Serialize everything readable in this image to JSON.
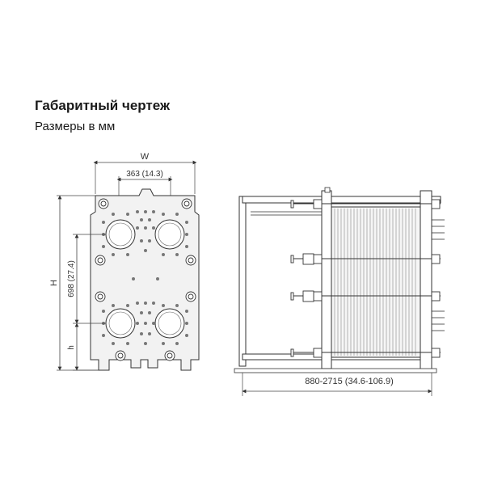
{
  "header": {
    "title": "Габаритный чертеж",
    "subtitle": "Размеры в мм"
  },
  "dimensions": {
    "width_label": "W",
    "port_spacing": "363 (14.3)",
    "height_label": "H",
    "vertical_port_spacing": "698 (27.4)",
    "bottom_height_label": "h",
    "length_range": "880-2715 (34.6-106.9)"
  },
  "colors": {
    "line": "#333333",
    "body_fill": "#f2f2f2",
    "port_fill": "#ffffff"
  }
}
